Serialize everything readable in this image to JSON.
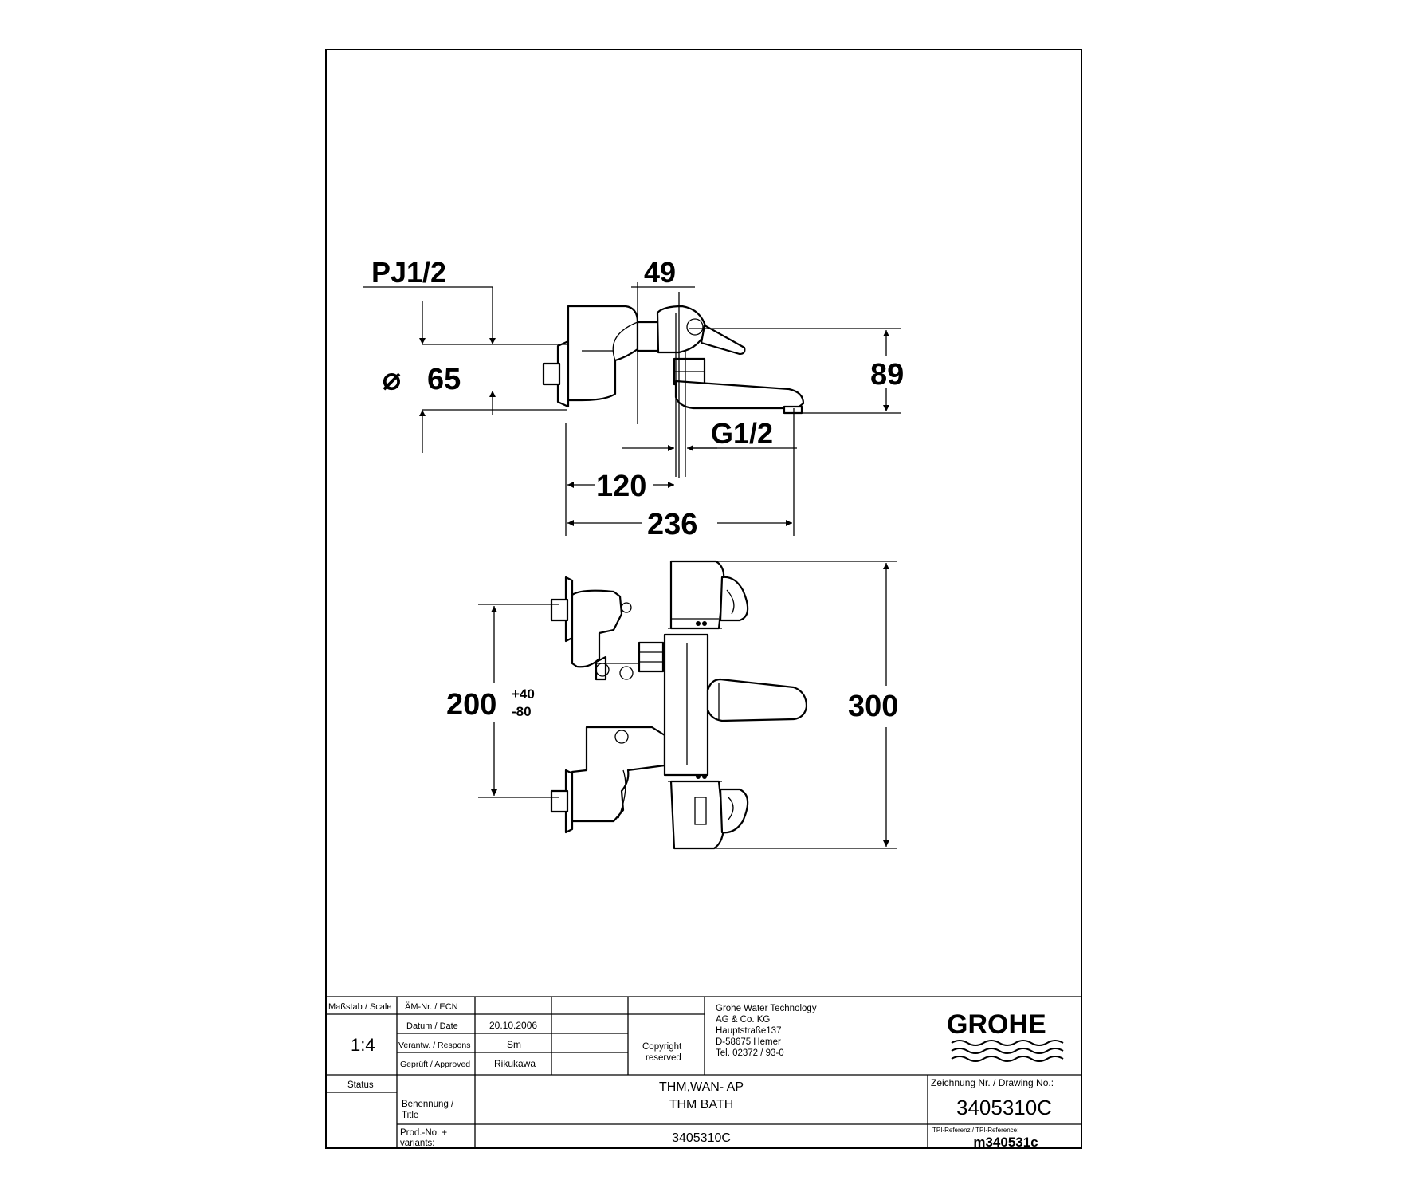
{
  "dimensions": {
    "pj": "PJ1/2",
    "d49": "49",
    "dia_symbol": "⌀",
    "d65": "65",
    "d89": "89",
    "g12": "G1/2",
    "d120": "120",
    "d236": "236",
    "d200": "200",
    "tol_plus": "+40",
    "tol_minus": "-80",
    "d300": "300"
  },
  "title_block": {
    "scale_label": "Maßstab / Scale",
    "scale_value": "1:4",
    "ecn_label": "ÄM-Nr. / ECN",
    "date_label": "Datum / Date",
    "date_value": "20.10.2006",
    "responsible_label": "Verantw. / Respons",
    "responsible_value": "Sm",
    "approved_label": "Geprüft / Approved",
    "approved_value": "Rikukawa",
    "copyright_line1": "Copyright",
    "copyright_line2": "reserved",
    "company_line1": "Grohe Water Technology",
    "company_line2": "AG & Co. KG",
    "company_line3": "Hauptstraße137",
    "company_line4": "D-58675 Hemer",
    "company_line5": "Tel. 02372 / 93-0",
    "brand": "GROHE",
    "status_label": "Status",
    "title_label_line1": "Benennung /",
    "title_label_line2": "Title",
    "title_line1": "THM,WAN- AP",
    "title_line2": "THM BATH",
    "prod_label_line1": "Prod.-No. +",
    "prod_label_line2": "variants:",
    "prod_value": "3405310C",
    "drawing_no_label": "Zeichnung Nr. / Drawing No.:",
    "drawing_no_value": "3405310C",
    "tpi_label": "TPI-Referenz / TPI-Reference:",
    "tpi_value": "m340531c"
  }
}
